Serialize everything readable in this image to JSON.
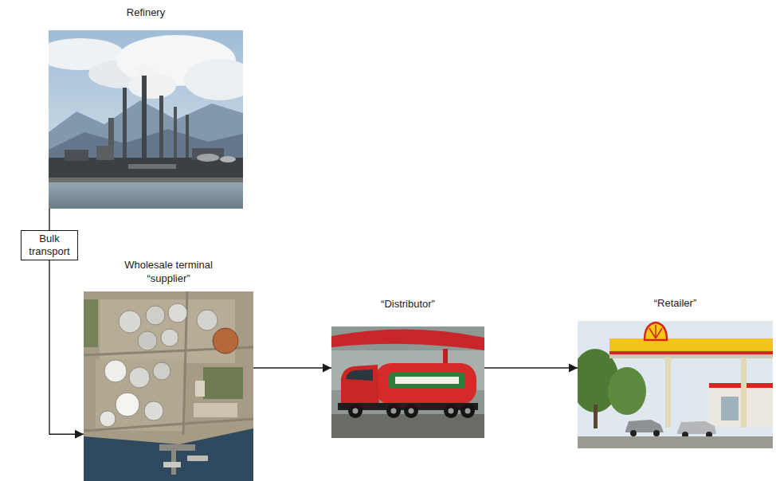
{
  "diagram": {
    "nodes": [
      {
        "text": [
          "Refinery"
        ]
      },
      {
        "text": [
          "Wholesale terminal “supplier”"
        ]
      },
      {
        "text": [
          "“Distributor”"
        ]
      },
      {
        "text": [
          "“Retailer”"
        ]
      }
    ],
    "edges": [
      {
        "from": 0,
        "to": 1,
        "arrow": "to",
        "label": "Bulk transport"
      },
      {
        "from": 1,
        "to": 2,
        "arrow": "to"
      },
      {
        "from": 2,
        "to": 3,
        "arrow": "to"
      }
    ]
  }
}
